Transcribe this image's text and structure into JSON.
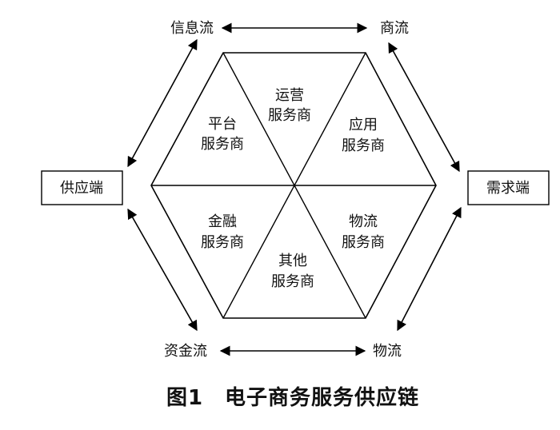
{
  "flows": {
    "info": "信息流",
    "commerce": "商流",
    "capital": "资金流",
    "logistics": "物流"
  },
  "ends": {
    "supply": "供应端",
    "demand": "需求端"
  },
  "segments": {
    "operation": [
      "运营",
      "服务商"
    ],
    "application": [
      "应用",
      "服务商"
    ],
    "logistics_provider": [
      "物流",
      "服务商"
    ],
    "other": [
      "其他",
      "服务商"
    ],
    "finance": [
      "金融",
      "服务商"
    ],
    "platform": [
      "平台",
      "服务商"
    ]
  },
  "caption": "图1　电子商务服务供应链"
}
